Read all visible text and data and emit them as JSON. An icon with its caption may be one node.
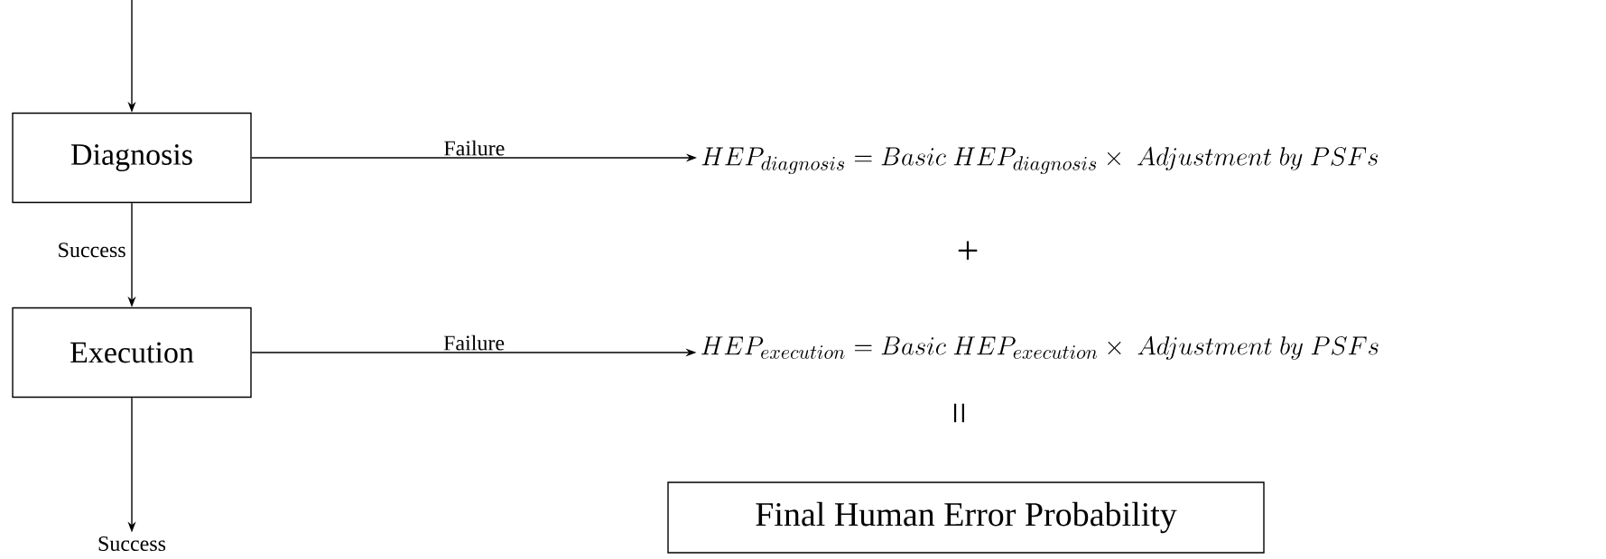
{
  "diagram": {
    "nodes": [
      {
        "text": [
          "Diagnosis"
        ]
      },
      {
        "text": [
          "Execution"
        ]
      },
      {
        "text": [
          "HEP_{diagnosis} = Basic\\ HEP_{diagnosis} \\times\\ Adjustment\\ by\\ PSFs"
        ]
      },
      {
        "text": [
          "HEP_{execution} = Basic\\ HEP_{execution} \\times\\ Adjustment\\ by\\ PSFs"
        ]
      },
      {
        "text": [
          "Final Human Error Probability"
        ]
      },
      {
        "text": [
          "Success"
        ]
      }
    ],
    "edges": [
      {
        "from": null,
        "to": 0,
        "arrow": "to"
      },
      {
        "from": 0,
        "to": 2,
        "arrow": "to",
        "label": "Failure"
      },
      {
        "from": 0,
        "to": 1,
        "arrow": "to",
        "label": "Success"
      },
      {
        "from": 1,
        "to": 3,
        "arrow": "to",
        "label": "Failure"
      },
      {
        "from": 1,
        "to": 5,
        "arrow": "to"
      }
    ],
    "labels": [
      "+",
      "="
    ]
  }
}
